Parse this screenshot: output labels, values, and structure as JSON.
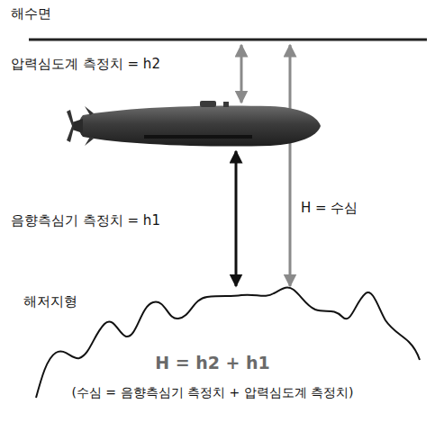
{
  "diagram": {
    "labels": [
      "해수면",
      "압력심도계 측정치 = h2",
      "H = 수심",
      "음향측심기 측정치 = h1",
      "해저지형",
      "H = h2 + h1",
      "(수심 = 음향측심기 측정치 + 압력심도계 측정치)"
    ]
  }
}
